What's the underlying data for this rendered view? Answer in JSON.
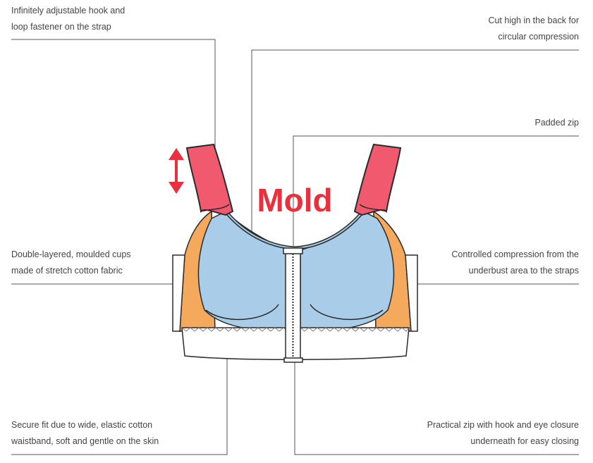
{
  "brand": {
    "text": "Mold",
    "color": "#e8303f"
  },
  "colors": {
    "strap": "#f15a6e",
    "side": "#f5a95c",
    "cup": "#a9cde8",
    "band": "#ffffff",
    "outline": "#2b2b2b",
    "leader": "#555555",
    "arrow": "#e8303f"
  },
  "callouts": {
    "strap_fastener": {
      "lines": [
        "Infinitely adjustable hook and",
        "loop fastener on the strap"
      ]
    },
    "back_cut": {
      "lines": [
        "Cut high in the back for",
        "circular compression"
      ]
    },
    "padded_zip": {
      "lines": [
        "Padded zip"
      ]
    },
    "cups": {
      "lines": [
        "Double-layered, moulded cups",
        "made of stretch cotton fabric"
      ]
    },
    "compression": {
      "lines": [
        "Controlled compression from the",
        "underbust area to the straps"
      ]
    },
    "waistband": {
      "lines": [
        "Secure fit due to wide, elastic cotton",
        "waistband, soft and gentle on the skin"
      ]
    },
    "zip_closure": {
      "lines": [
        "Practical zip with hook and eye closure",
        "underneath for easy closing"
      ]
    }
  }
}
